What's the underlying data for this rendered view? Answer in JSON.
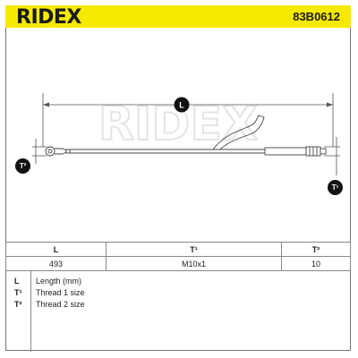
{
  "header": {
    "brand": "RIDEX",
    "part_number": "83B0612"
  },
  "drawing": {
    "watermark": "RIDEX",
    "dimension_label": "L",
    "badge_t1": "T¹",
    "badge_t2": "T²"
  },
  "spec_table": {
    "headers": [
      "L",
      "T¹",
      "T²"
    ],
    "values": [
      "493",
      "M10x1",
      "10"
    ]
  },
  "legend": [
    {
      "key": "L",
      "text": "Length (mm)"
    },
    {
      "key": "T¹",
      "text": "Thread 1 size"
    },
    {
      "key": "T²",
      "text": "Thread 2 size"
    }
  ],
  "colors": {
    "header_bg": "#f6e900",
    "badge": "#111111",
    "line": "#555555"
  }
}
